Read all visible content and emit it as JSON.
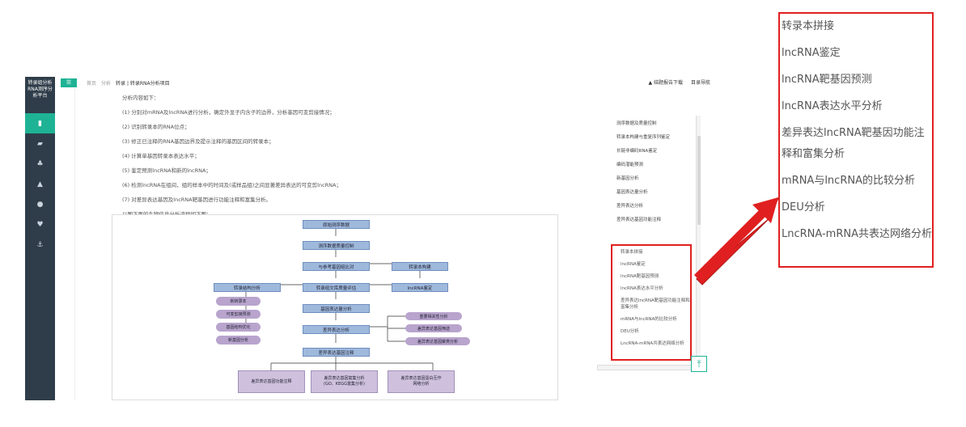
{
  "sidebar": {
    "brand": "转录组分析\nRNA测序分\n析平台",
    "nav_icons": [
      "bookmark-icon",
      "chart-icon",
      "tree-icon",
      "bell-icon",
      "circle-icon",
      "heart-icon",
      "anchor-icon"
    ]
  },
  "toolbar": {
    "menu_label": "☰",
    "breadcrumbs": [
      "首页",
      "分析",
      "转录 | 转录RNA分析项目"
    ],
    "download_label": "▲ 结题报告下载",
    "toc_label": "目录导航"
  },
  "content": {
    "lines": [
      "分析内容如下：",
      "(1) 分别对mRNA及lncRNA进行分析，确定外显子内含子的边界，分析基因可变剪接情况；",
      "(2) 识别转录本的RNA位点；",
      "(3) 修正已注释的RNA基因边界及提示注释的基因区间的转录本；",
      "(4) 计算单基因转录本表达水平；",
      "(5) 鉴定预测lncRNA和新的lncRNA；",
      "(6) 检测lncRNA在组间，组的样本中的时间及(或样品组)之间显著差异表达的可变剪lncRNA；",
      "(7) 对差异表达基因及lncRNA靶基因进行功能注释和富集分析。",
      "以图下面的生物信息分析流程如下图："
    ]
  },
  "flow": {
    "boxes": [
      "原始测序数据",
      "测序数据质量控制",
      "与参考基因组比对",
      "转录本构建",
      "转录组文库质量评估",
      "lncRNA鉴定",
      "基因表达量分析",
      "差异表达分析",
      "差异表达基因注释",
      "转录结构分析"
    ],
    "pills": [
      "新转录本",
      "可变剪接预测",
      "基因结构优化",
      "新基因分析"
    ],
    "side_results": [
      "重要相关性分析",
      "差异表达基因筛选",
      "差异表达基因聚类分析"
    ],
    "results": [
      "差异表达基因功能注释",
      "差异表达基因富集分析\n(GO、KEGG富集分析)",
      "差异表达基因蛋白互作\n网络分析"
    ]
  },
  "toc": {
    "items": [
      "测序数据及质量控制",
      "转录本构建与重复序列鉴定",
      "长链非编码RNA鉴定",
      "编码潜能预测",
      "新基因分析",
      "基因表达量分析",
      "差异表达分析",
      "差异表达基因功能注释"
    ],
    "highlighted": [
      "转录本拼接",
      "lncRNA鉴定",
      "lncRNA靶基因预测",
      "lncRNA表达水平分析",
      "差异表达lncRNA靶基因功能注释和富集分析",
      "mRNA与lncRNA的比较分析",
      "DEU分析",
      "LncRNA-mRNA共表达网络分析"
    ]
  },
  "zoom": {
    "items": [
      "转录本拼接",
      "lncRNA鉴定",
      "lncRNA靶基因预测",
      "lncRNA表达水平分析",
      "差异表达lncRNA靶基因功能注释和富集分析",
      "mRNA与lncRNA的比较分析",
      "DEU分析",
      "LncRNA-mRNA共表达网络分析"
    ]
  },
  "colors": {
    "sidebar_bg": "#2f3d4a",
    "accent": "#1fb395",
    "highlight_red": "#e02020"
  }
}
